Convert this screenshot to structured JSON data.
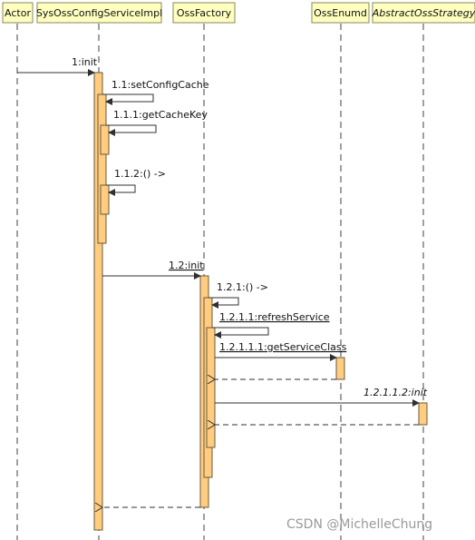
{
  "lifelines": [
    {
      "id": "actor",
      "label": "Actor"
    },
    {
      "id": "impl",
      "label": "SysOssConfigServiceImpl"
    },
    {
      "id": "factory",
      "label": "OssFactory"
    },
    {
      "id": "enumd",
      "label": "OssEnumd"
    },
    {
      "id": "strategy",
      "label": "AbstractOssStrategy",
      "italic": true
    }
  ],
  "messages": [
    {
      "id": "m1",
      "label": "1:init"
    },
    {
      "id": "m2",
      "label": "1.1:setConfigCache"
    },
    {
      "id": "m3",
      "label": "1.1.1:getCacheKey"
    },
    {
      "id": "m4",
      "label": "1.1.2:() ->"
    },
    {
      "id": "m5",
      "label": "1.2:init",
      "underline": true
    },
    {
      "id": "m6",
      "label": "1.2.1:() ->"
    },
    {
      "id": "m7",
      "label": "1.2.1.1:refreshService",
      "underline": true
    },
    {
      "id": "m8",
      "label": "1.2.1.1.1:getServiceClass",
      "underline": true
    },
    {
      "id": "m9",
      "label": "1.2.1.1.2:init",
      "italic": true
    }
  ],
  "watermark": "CSDN @MichelleChung"
}
